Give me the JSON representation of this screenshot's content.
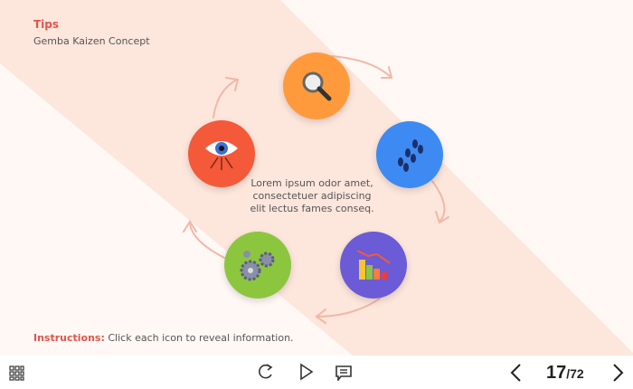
{
  "header": {
    "title": "Tips",
    "subtitle": "Gemba Kaizen Concept"
  },
  "center_text": "Lorem ipsum odor amet, consectetuer adipiscing elit lectus fames conseq.",
  "instructions": {
    "label": "Instructions:",
    "text": " Click each icon to reveal information."
  },
  "nodes": [
    {
      "icon": "magnifier-icon",
      "color": "#ff9a3c"
    },
    {
      "icon": "footprints-icon",
      "color": "#3d8bf2"
    },
    {
      "icon": "bar-chart-icon",
      "color": "#6b5bd6"
    },
    {
      "icon": "gears-icon",
      "color": "#8cc63f"
    },
    {
      "icon": "eye-icon",
      "color": "#f4593a"
    }
  ],
  "pagination": {
    "current": "17",
    "total": "/72"
  },
  "colors": {
    "accent": "#e0544a",
    "band": "#fde8df"
  }
}
